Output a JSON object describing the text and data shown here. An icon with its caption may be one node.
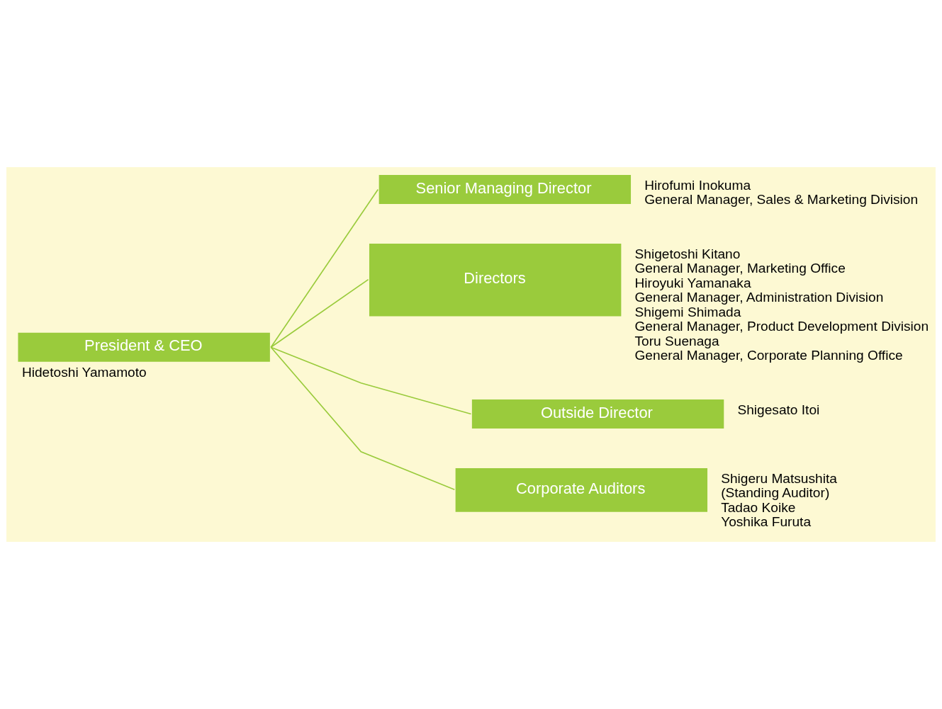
{
  "diagram": {
    "nodes": [
      {
        "text": [
          "President & CEO"
        ],
        "beside": [
          "Hidetoshi Yamamoto"
        ]
      },
      {
        "text": [
          "Senior Managing Director"
        ],
        "beside": [
          "Hirofumi Inokuma",
          "General Manager, Sales & Marketing Division"
        ]
      },
      {
        "text": [
          "Directors"
        ],
        "beside": [
          "Shigetoshi Kitano",
          "General Manager, Marketing Office",
          "Hiroyuki Yamanaka",
          "General Manager, Administration Division",
          "Shigemi Shimada",
          "General Manager, Product Development Division",
          "Toru Suenaga",
          "General Manager, Corporate Planning Office"
        ]
      },
      {
        "text": [
          "Outside Director"
        ],
        "beside": [
          "Shigesato Itoi"
        ]
      },
      {
        "text": [
          "Corporate Auditors"
        ],
        "beside": [
          "Shigeru Matsushita",
          "(Standing Auditor)",
          "Tadao Koike",
          "Yoshika Furuta"
        ]
      }
    ],
    "edges": [
      {
        "from": 0,
        "to": 1,
        "arrow": "none"
      },
      {
        "from": 0,
        "to": 2,
        "arrow": "none"
      },
      {
        "from": 0,
        "to": 3,
        "arrow": "none"
      },
      {
        "from": 0,
        "to": 4,
        "arrow": "none"
      }
    ]
  }
}
